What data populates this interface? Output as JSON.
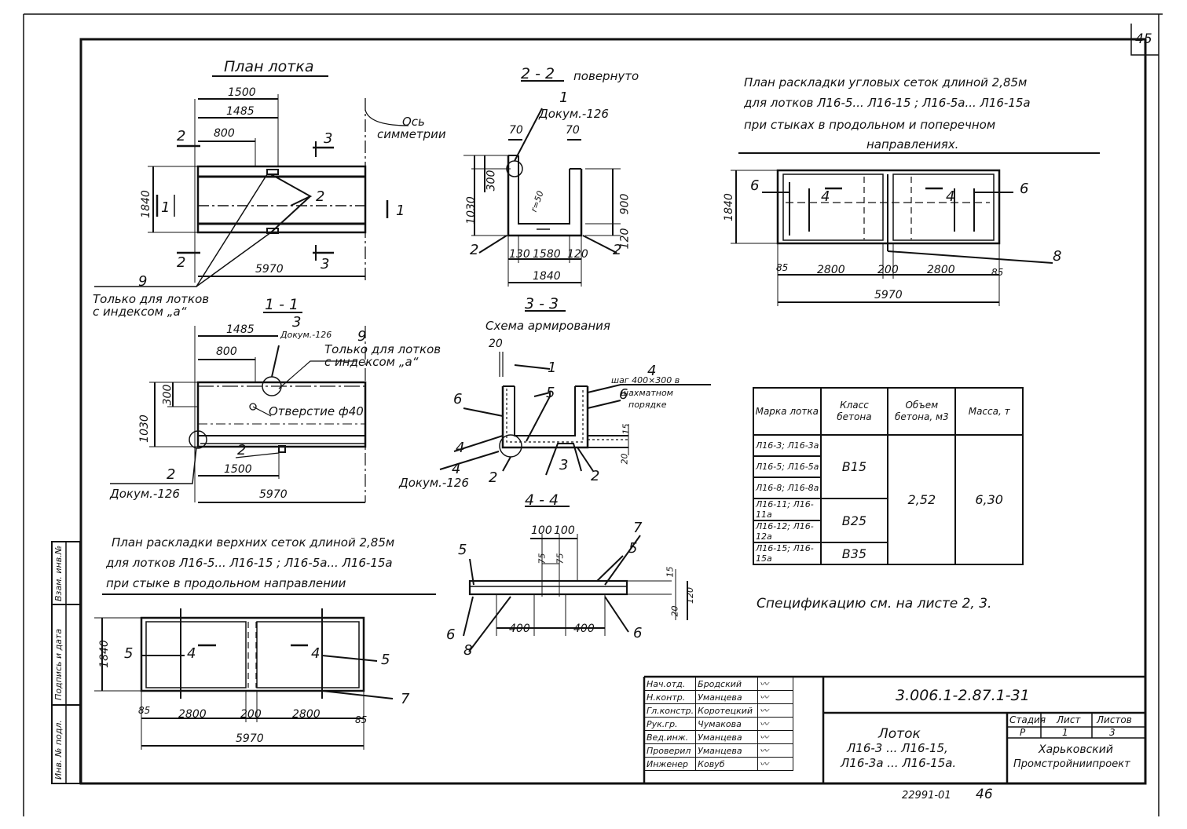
{
  "sheet": {
    "page_number": "45",
    "bottom_code": "22991-01",
    "bottom_page": "46"
  },
  "plan_tray": {
    "title": "План лотка",
    "axis_note_1": "Ось",
    "axis_note_2": "симметрии",
    "dims": {
      "d1500": "1500",
      "d1485": "1485",
      "d800": "800",
      "d1840": "1840",
      "d5970": "5970"
    },
    "marks": {
      "m2a": "2",
      "m2b": "2",
      "m2c": "2",
      "m3a": "3",
      "m3b": "3",
      "m1a": "1",
      "m1b": "1",
      "m9": "9"
    },
    "note_line1": "Только для лотков",
    "note_line2": "с индексом „а“"
  },
  "section_22": {
    "title": "2 - 2",
    "subtitle": "повернуто",
    "mark1": "1",
    "doc": "Докум.-126",
    "dims": {
      "d70a": "70",
      "d70b": "70",
      "d300": "300",
      "d1030": "1030",
      "d900": "900",
      "d120": "120",
      "d130": "130",
      "d1580": "1580",
      "d120b": "120",
      "d1840": "1840",
      "r50": "r=50"
    },
    "marks": {
      "m2a": "2",
      "m2b": "2"
    }
  },
  "section_11": {
    "title": "1 - 1",
    "dims": {
      "d1485": "1485",
      "d800": "800",
      "d300": "300",
      "d1030": "1030",
      "d1500": "1500",
      "d5970": "5970"
    },
    "mark3": "3",
    "doc_top": "Докум.-126",
    "mark9": "9",
    "note_line1": "Только для лотков",
    "note_line2": "с индексом „а“",
    "hole": "Отверстие ф40",
    "mark2a": "2",
    "mark2b": "2",
    "doc_bottom": "Докум.-126"
  },
  "section_33": {
    "title": "3 - 3",
    "subtitle": "Схема армирования",
    "dims": {
      "d20a": "20",
      "d15": "15",
      "d20b": "20"
    },
    "marks": {
      "m1": "1",
      "m4a": "4",
      "m5": "5",
      "m6a": "6",
      "m6b": "6",
      "m4b": "4",
      "m4c": "4",
      "m2a": "2",
      "m3": "3",
      "m2b": "2"
    },
    "step_note_1": "шаг 400×300 в",
    "step_note_2": "шахматном",
    "step_note_3": "порядке",
    "doc": "Докум.-126"
  },
  "section_44": {
    "title": "4 - 4",
    "dims": {
      "d100a": "100",
      "d100b": "100",
      "d75a": "75",
      "d75b": "75",
      "d400a": "400",
      "d400b": "400",
      "d15": "15",
      "d120": "120",
      "d20": "20"
    },
    "marks": {
      "m5a": "5",
      "m5b": "5",
      "m7": "7",
      "m6a": "6",
      "m6b": "6",
      "m8": "8"
    }
  },
  "corner_mesh_plan": {
    "title_line1": "План раскладки угловых сеток длиной 2,85м",
    "title_line2": "для лотков  Л16-5... Л16-15 ; Л16-5а... Л16-15а",
    "title_line3": "при стыках в продольном и поперечном",
    "title_line4": "направлениях.",
    "dims": {
      "d1840": "1840",
      "d85a": "85",
      "d2800a": "2800",
      "d200": "200",
      "d2800b": "2800",
      "d85b": "85",
      "d5970": "5970"
    },
    "marks": {
      "m6a": "6",
      "m6b": "6",
      "m8": "8",
      "m4a": "4",
      "m4b": "4"
    }
  },
  "top_mesh_plan": {
    "title_line1": "План раскладки верхних сеток длиной 2,85м",
    "title_line2": "для лотков  Л16-5... Л16-15 ; Л16-5а... Л16-15а",
    "title_line3": "при стыке  в продольном направлении",
    "dims": {
      "d1840": "1840",
      "d85a": "85",
      "d2800a": "2800",
      "d200": "200",
      "d2800b": "2800",
      "d85b": "85",
      "d5970": "5970"
    },
    "marks": {
      "m5a": "5",
      "m5b": "5",
      "m7": "7",
      "m4a": "4",
      "m4b": "4"
    }
  },
  "spec_table": {
    "headers": [
      "Марка лотка",
      "Класс бетона",
      "Объем бетона, м3",
      "Масса, т"
    ],
    "marks": [
      "Л16-3; Л16-3а",
      "Л16-5; Л16-5а",
      "Л16-8; Л16-8а",
      "Л16-11; Л16-11а",
      "Л16-12; Л16-12а",
      "Л16-15; Л16-15а"
    ],
    "classes": [
      "В15",
      "В25",
      "В35"
    ],
    "volume": "2,52",
    "mass": "6,30"
  },
  "spec_note": "Спецификацию см. на листе 2, 3.",
  "title_block": {
    "doc_code": "3.006.1-2.87.1-31",
    "roles": [
      "Нач.отд.",
      "Н.контр.",
      "Гл.констр.",
      "Рук.гр.",
      "Вед.инж.",
      "Проверил",
      "Инженер"
    ],
    "names": [
      "Бродский",
      "Уманцева",
      "Коротецкий",
      "Чумакова",
      "Уманцева",
      "Уманцева",
      "Ковуб"
    ],
    "item_title": "Лоток",
    "item_line2": "Л16-3 ... Л16-15,",
    "item_line3": "Л16-3а ... Л16-15а.",
    "stage_label": "Стадия",
    "sheet_label": "Лист",
    "sheets_label": "Листов",
    "stage": "Р",
    "sheet": "1",
    "sheets": "3",
    "org_line1": "Харьковский",
    "org_line2": "Промстройниипроект"
  },
  "side_stamp": {
    "labels": [
      "Инв. № подл.",
      "Подпись и дата",
      "Взам. инв.№"
    ]
  }
}
